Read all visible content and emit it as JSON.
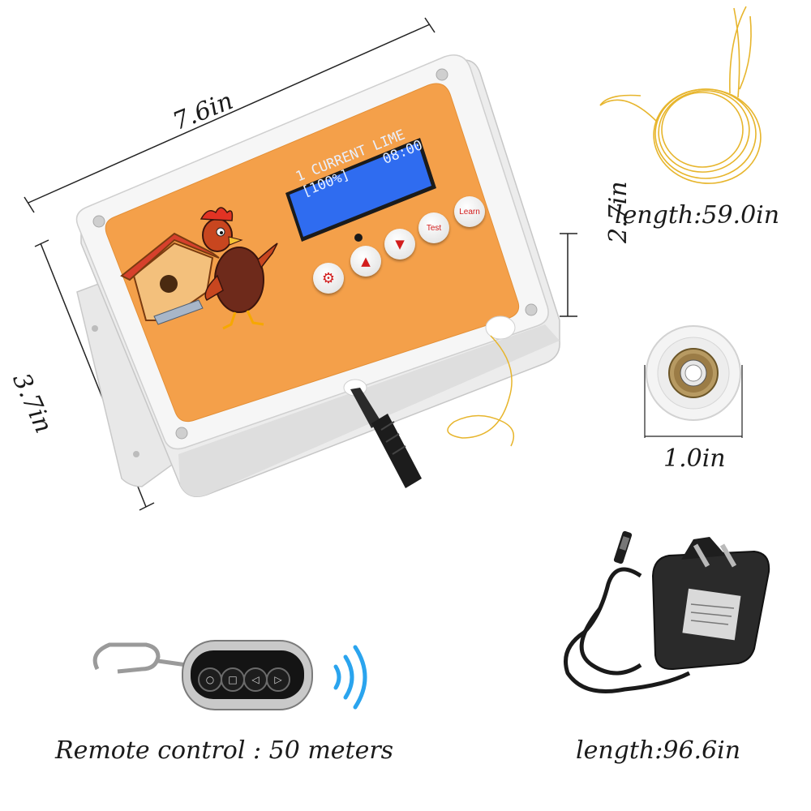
{
  "dimensions": {
    "width": "7.6in",
    "height": "3.7in",
    "depth": "2.7in"
  },
  "display": {
    "line1": "1 CURRENT LIME",
    "line2_left": "[100%]",
    "line2_right": "08:00"
  },
  "controller_buttons": {
    "test": "Test",
    "learn": "Learn"
  },
  "wire_length": "length:59.0in",
  "wheel_size": "1.0in",
  "adapter_length": "length:96.6in",
  "remote_caption": "Remote control : 50 meters",
  "colors": {
    "panel": "#f4a04a",
    "lcd": "#2f6cf0",
    "housing": "#f1f1f1",
    "wire": "#e7b52c",
    "signal": "#2aa4ee",
    "button_text": "#d21c1c"
  }
}
